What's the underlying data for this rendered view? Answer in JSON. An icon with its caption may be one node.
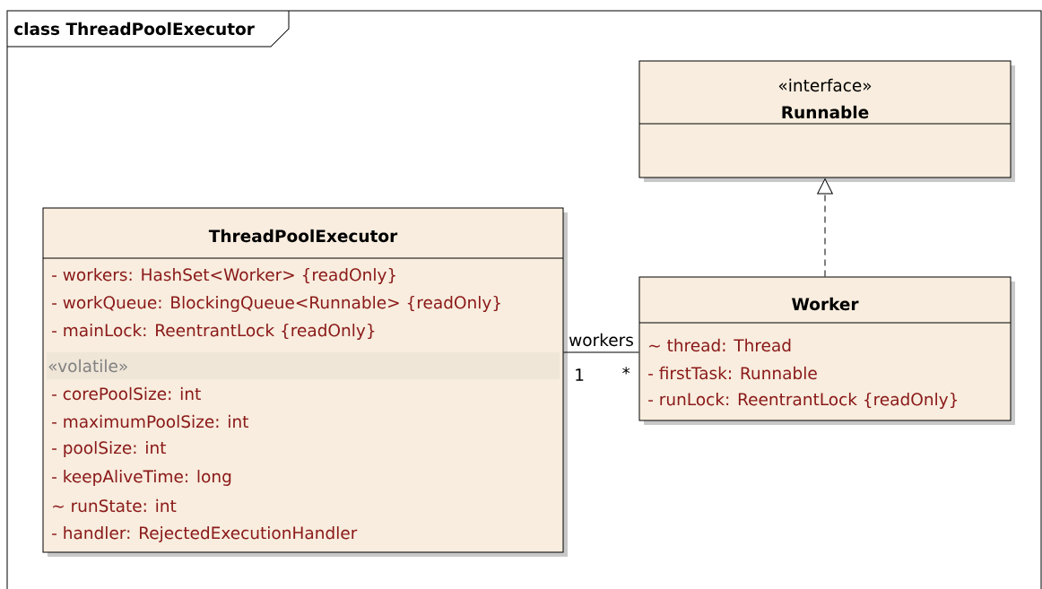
{
  "diagram": {
    "nodes": [
      {
        "text": [
          "class ThreadPoolExecutor"
        ]
      },
      {
        "text": [
          "«interface»",
          "Runnable"
        ],
        "in": 0
      },
      {
        "text": [
          "ThreadPoolExecutor",
          "- workers: HashSet<Worker> {readOnly}",
          "- workQueue: BlockingQueue<Runnable> {readOnly}",
          "- mainLock: ReentrantLock {readOnly}",
          "«volatile»",
          "- corePoolSize: int",
          "- maximumPoolSize: int",
          "- poolSize: int",
          "- keepAliveTime: long",
          "~ runState: int",
          "- handler: RejectedExecutionHandler"
        ],
        "in": 0,
        "beside": [
          "1"
        ]
      },
      {
        "text": [
          "Worker",
          "~ thread: Thread",
          "- firstTask: Runnable",
          "- runLock: ReentrantLock {readOnly}"
        ],
        "in": 0,
        "beside": [
          "*"
        ]
      }
    ],
    "edges": [
      {
        "from": 3,
        "to": 1,
        "arrow": "to",
        "style": "dashed"
      },
      {
        "from": 2,
        "to": 3,
        "arrow": "none",
        "label": "workers"
      }
    ]
  }
}
